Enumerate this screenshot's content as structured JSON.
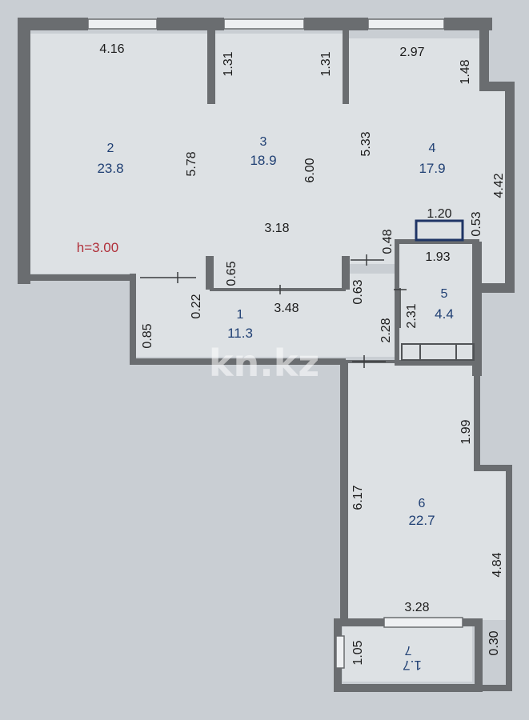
{
  "watermark": "kn.kz",
  "ceiling_height": "h=3.00",
  "rooms": [
    {
      "number": "2",
      "area": "23.8"
    },
    {
      "number": "3",
      "area": "18.9"
    },
    {
      "number": "4",
      "area": "17.9"
    },
    {
      "number": "1",
      "area": "11.3"
    },
    {
      "number": "5",
      "area": "4.4"
    },
    {
      "number": "6",
      "area": "22.7"
    },
    {
      "number": "7",
      "area": "1.7"
    }
  ],
  "dimensions": [
    "4.16",
    "1.31",
    "1.31",
    "2.97",
    "1.48",
    "5.78",
    "6.00",
    "5.33",
    "4.42",
    "3.18",
    "1.20",
    "0.53",
    "0.48",
    "1.93",
    "0.65",
    "0.22",
    "0.63",
    "3.48",
    "0.85",
    "2.28",
    "2.31",
    "1.99",
    "6.17",
    "4.84",
    "3.28",
    "1.05",
    "0.30"
  ]
}
